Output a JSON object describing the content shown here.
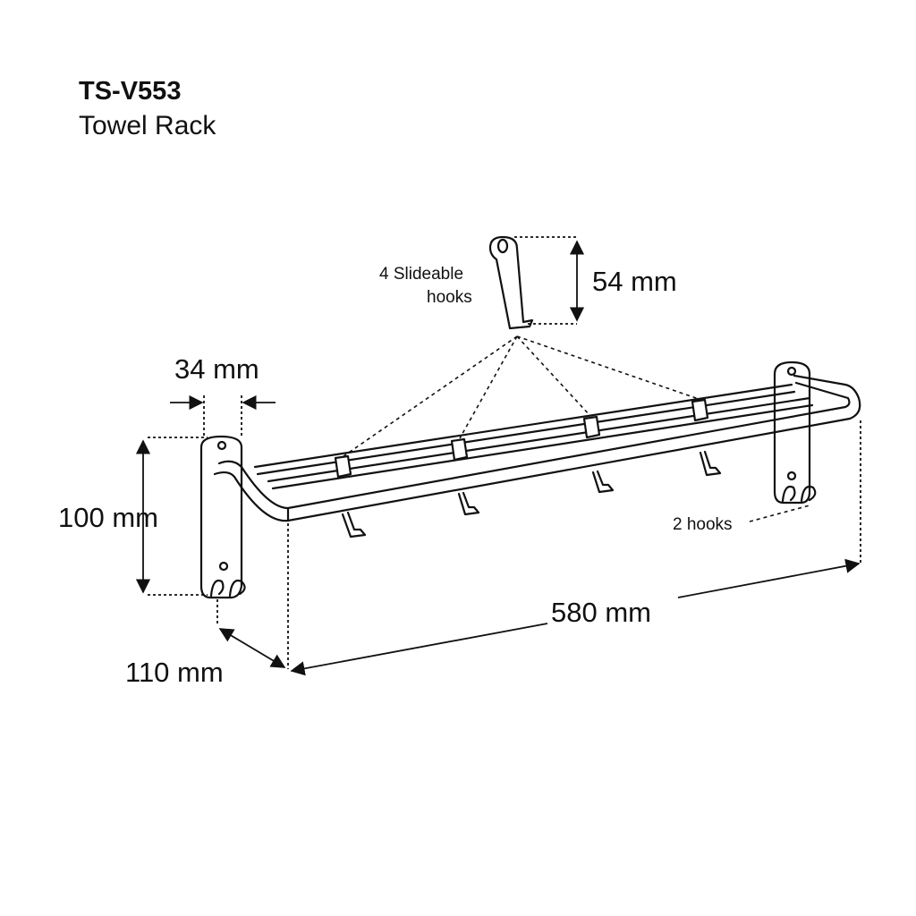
{
  "header": {
    "model": "TS-V553",
    "product_name": "Towel Rack"
  },
  "labels": {
    "slideable_hooks_line1": "4 Slideable",
    "slideable_hooks_line2": "hooks",
    "fixed_hooks": "2 hooks"
  },
  "dimensions": {
    "hook_height": "54 mm",
    "bracket_width": "34 mm",
    "bracket_height": "100 mm",
    "depth": "110 mm",
    "length": "580 mm"
  },
  "colors": {
    "line": "#111111",
    "background": "#ffffff"
  }
}
